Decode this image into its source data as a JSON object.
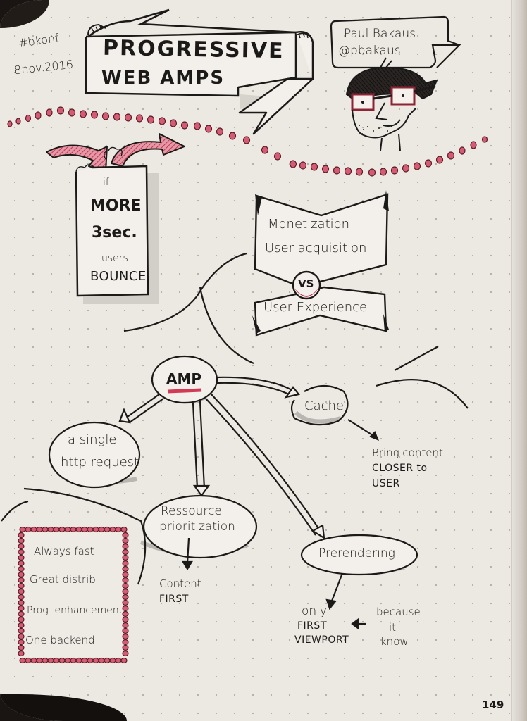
{
  "sketchnote": {
    "header": {
      "hashtag": "#bkonf",
      "date": "8nov.2016",
      "title_line1": "PROGRESSIVE",
      "title_line2": "WEB AMPS",
      "speaker_name": "Paul Bakaus",
      "speaker_handle": "@pbakaus"
    },
    "bounce_card": {
      "line1": "if",
      "line2": "MORE",
      "line3": "3sec.",
      "line4": "users",
      "line5": "BOUNCE"
    },
    "versus": {
      "top_line1": "Monetization",
      "top_line2": "User acquisition",
      "badge": "VS",
      "bottom": "User Experience"
    },
    "amp_map": {
      "center": "AMP",
      "nodes": [
        {
          "id": "single-request",
          "line1": "a single",
          "line2": "http request"
        },
        {
          "id": "resource",
          "line1": "Ressource",
          "line2": "prioritization"
        },
        {
          "id": "cache",
          "line1": "Cache"
        },
        {
          "id": "prerendering",
          "line1": "Prerendering"
        }
      ],
      "notes": {
        "cache_note_line1": "Bring content",
        "cache_note_line2": "CLOSER to",
        "cache_note_line3": "USER",
        "resource_note_line1": "Content",
        "resource_note_line2": "FIRST",
        "prerender_note_line1": "only",
        "prerender_note_line2": "FIRST",
        "prerender_note_line3": "VIEWPORT",
        "because_line1": "because",
        "because_line2": "it",
        "because_line3": "know"
      }
    },
    "benefits_box": {
      "items": [
        "Always fast",
        "Great distrib",
        "Prog. enhancement",
        "One backend"
      ]
    },
    "page_number": "149"
  },
  "colors": {
    "paper": "#ece8e2",
    "ink": "#1c1a18",
    "accent_red": "#c8354f",
    "accent_pink": "#e39aa8",
    "shadow_gray": "#b9b5b0"
  }
}
